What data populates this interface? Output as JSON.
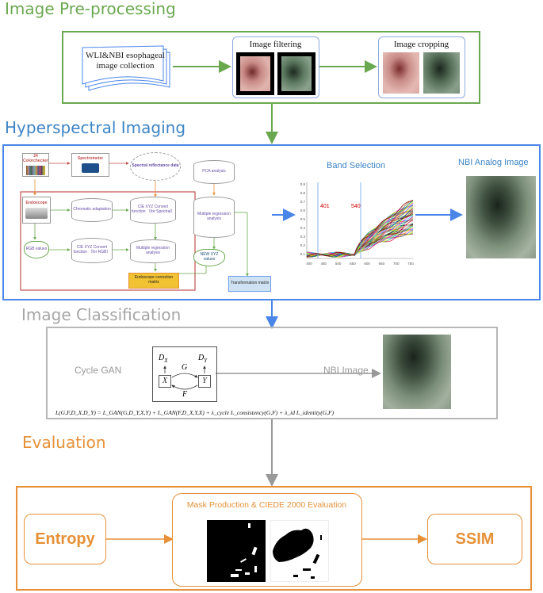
{
  "colors": {
    "preprocess": "#6aa84f",
    "hyperspectral": "#3d85c6",
    "classification": "#999999",
    "evaluation": "#e69138",
    "blueArrow": "#4a86e8"
  },
  "preprocessing": {
    "title": "Image Pre-processing",
    "collection_label": "WLI&NBI esophageal image collection",
    "filtering_label": "Image filtering",
    "cropping_label": "Image cropping"
  },
  "hyperspectral": {
    "title": "Hyperspectral Imaging",
    "nodes": {
      "colorchecker": "24 Colorchecker",
      "spectrometer": "Spectrometer",
      "spectral_data": "Spectral reflectance data",
      "pca": "PCA analysis",
      "endoscope": "Endoscope",
      "chromatic": "Chromatic adaptation",
      "cie_spectral": "CIE XYZ Convert function （for Spectral）",
      "multi_reg_right": "Multiple regression analysis",
      "rgb": "RGB values",
      "cie_rgb": "CIE XYZ Convert function （for RGB）",
      "multi_reg_left": "Multiple regression analysis",
      "new_xyz": "NEW XYZ values",
      "correction": "Endoscope correction matrix",
      "transformation": "Transformation matrix"
    },
    "band_selection_label": "Band Selection",
    "band_markers": [
      "401",
      "540"
    ],
    "nbi_analog_label": "NBI Analog Image",
    "chart_ticks_x": [
      "400",
      "450",
      "500",
      "550",
      "600",
      "650",
      "700",
      "750"
    ],
    "chart_ticks_y": [
      "0.9",
      "0.8",
      "0.7",
      "0.6",
      "0.5",
      "0.4",
      "0.3",
      "0.2",
      "0.1"
    ]
  },
  "classification": {
    "title": "Image Classification",
    "cyclegan_label": "Cycle GAN",
    "nbi_image_label": "NBI Image",
    "dx_label": "D",
    "dx_sub": "X",
    "dy_label": "D",
    "dy_sub": "Y",
    "g_label": "G",
    "f_label": "F",
    "x_label": "X",
    "y_label": "Y",
    "formula": "L(G,F,D_X,D_Y) = L_GAN(G,D_Y,X,Y) + L_GAN(F,D_X,Y,X) + λ_cycle L_consistency(G,F) + λ_id L_identity(G,F)"
  },
  "evaluation": {
    "title": "Evaluation",
    "entropy_label": "Entropy",
    "mask_label": "Mask Production & CIEDE 2000 Evaluation",
    "ssim_label": "SSIM"
  }
}
